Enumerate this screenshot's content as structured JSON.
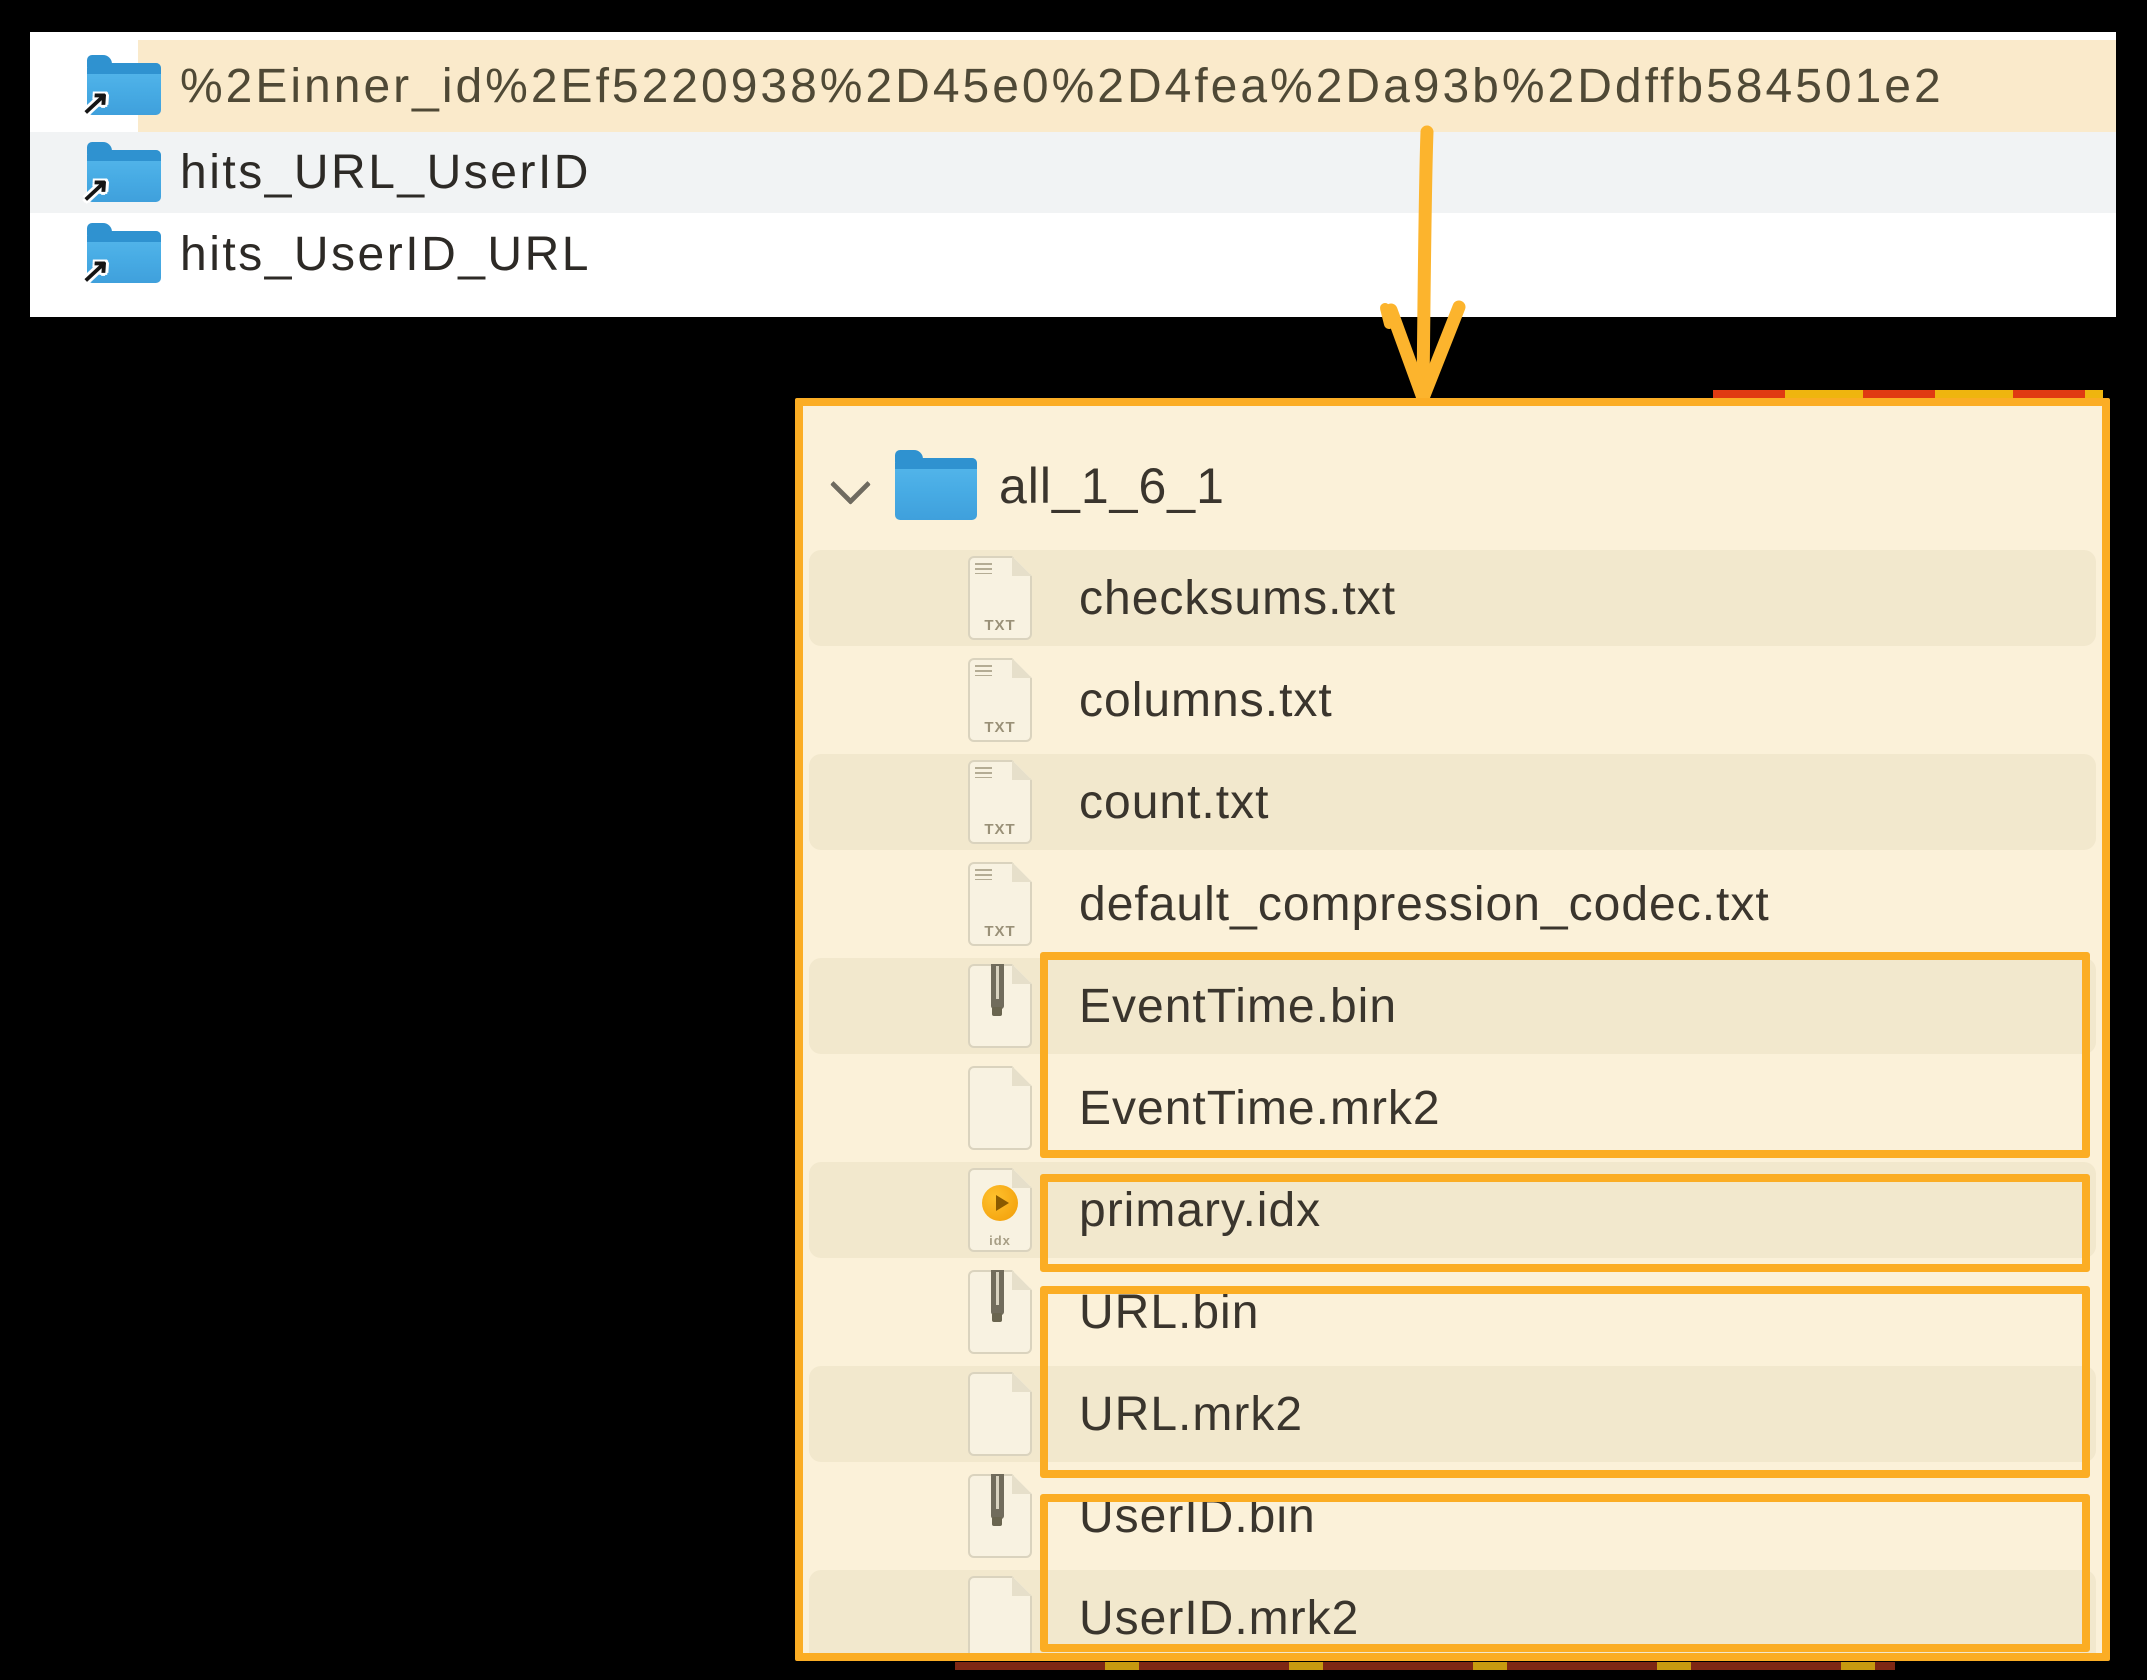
{
  "colors": {
    "accent_orange": "#FBAD24",
    "arrow_orange": "#FCB42D",
    "row_highlight": "#FAEACB",
    "panel_cream": "#FBF1D9",
    "stripe_cream": "#F2E8CD",
    "alt_row_gray": "#F1F3F4",
    "folder_blue": "#45A8E2"
  },
  "top_list": {
    "rows": [
      {
        "name": "%2Einner_id%2Ef5220938%2D45e0%2D4fea%2Da93b%2Ddffb584501e2",
        "icon": "folder-alias",
        "highlighted": true
      },
      {
        "name": "hits_URL_UserID",
        "icon": "folder-alias",
        "highlighted": false
      },
      {
        "name": "hits_UserID_URL",
        "icon": "folder-alias",
        "highlighted": false
      }
    ]
  },
  "tree_panel": {
    "root": {
      "label": "all_1_6_1",
      "expanded": true,
      "icon": "folder"
    },
    "files": [
      {
        "name": "checksums.txt",
        "icon": "txt"
      },
      {
        "name": "columns.txt",
        "icon": "txt"
      },
      {
        "name": "count.txt",
        "icon": "txt"
      },
      {
        "name": "default_compression_codec.txt",
        "icon": "txt"
      },
      {
        "name": "EventTime.bin",
        "icon": "bin"
      },
      {
        "name": "EventTime.mrk2",
        "icon": "mrk2"
      },
      {
        "name": "primary.idx",
        "icon": "idx"
      },
      {
        "name": "URL.bin",
        "icon": "bin"
      },
      {
        "name": "URL.mrk2",
        "icon": "mrk2"
      },
      {
        "name": "UserID.bin",
        "icon": "bin"
      },
      {
        "name": "UserID.mrk2",
        "icon": "mrk2"
      }
    ],
    "annotation_groups": [
      "EventTime.bin + EventTime.mrk2",
      "primary.idx",
      "URL.bin + URL.mrk2",
      "UserID.bin + UserID.mrk2"
    ]
  },
  "icons": {
    "txt_label": "TXT",
    "idx_label": "idx",
    "alias_arrow_glyph": "↗"
  }
}
